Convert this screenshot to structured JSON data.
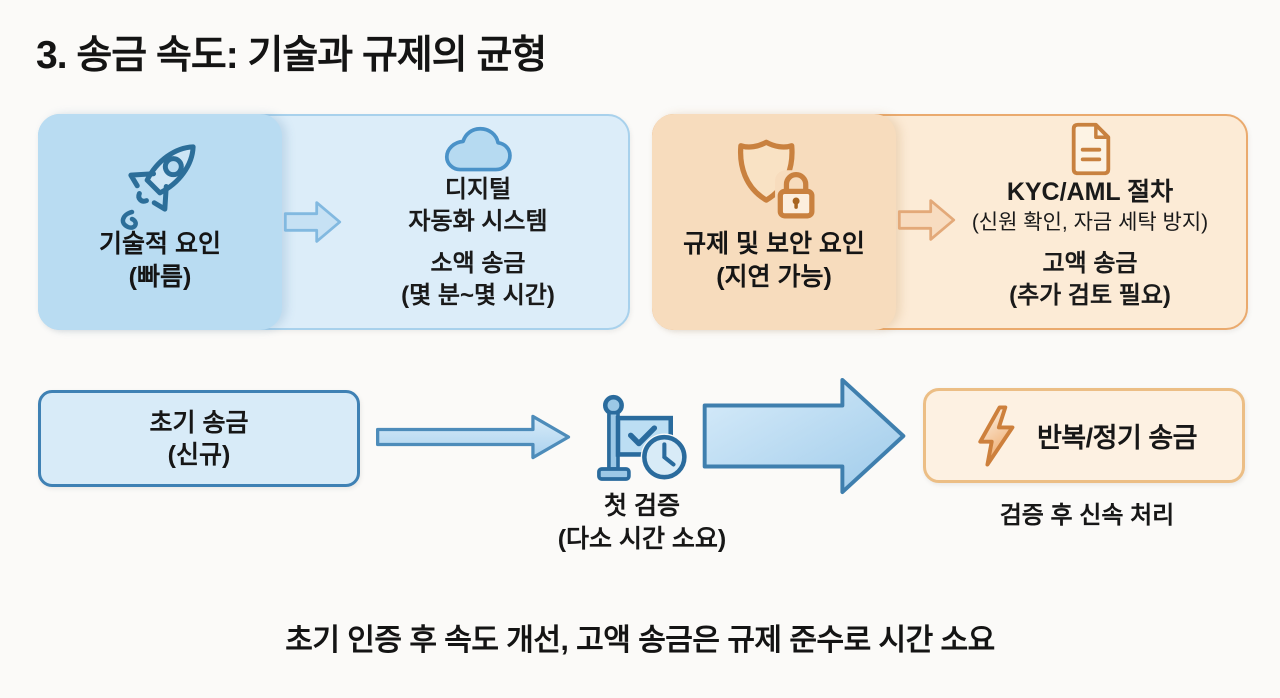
{
  "title": "3. 송금 속도: 기술과 규제의 균형",
  "colors": {
    "blue_icon": "#2c6e99",
    "blue_panel": "#dcedf9",
    "blue_inner": "#b9dcf2",
    "blue_border": "#a8d1ec",
    "flow_blue_border": "#3f81b4",
    "orange_icon": "#c9813f",
    "orange_panel": "#fcebd6",
    "orange_inner": "#f7dcbd",
    "orange_border": "#eaaa6e",
    "result_border": "#ecbe85",
    "text": "#171717",
    "background": "#fbfaf8"
  },
  "tech_section": {
    "icon": "rocket-icon",
    "label": "기술적 요인",
    "sublabel": "(빠름)",
    "detail_icon": "cloud-icon",
    "detail_line1": "디지털",
    "detail_line2": "자동화 시스템",
    "case_line1": "소액 송금",
    "case_line2": "(몇 분~몇 시간)"
  },
  "regulation_section": {
    "icon": "shield-lock-icon",
    "label": "규제 및 보안 요인",
    "sublabel": "(지연 가능)",
    "detail_icon": "document-icon",
    "detail_title": "KYC/AML 절차",
    "detail_subtitle": "(신원 확인, 자금 세탁 방지)",
    "case_line1": "고액 송금",
    "case_line2": "(추가 검토 필요)"
  },
  "flow": {
    "start_line1": "초기 송금",
    "start_line2": "(신규)",
    "check_icon": "flag-check-clock-icon",
    "check_line1": "첫 검증",
    "check_line2": "(다소 시간 소요)",
    "result_icon": "lightning-icon",
    "result_label": "반복/정기 송금",
    "result_caption": "검증 후 신속 처리"
  },
  "footer": "초기 인증 후 속도 개선, 고액 송금은 규제 준수로 시간 소요"
}
